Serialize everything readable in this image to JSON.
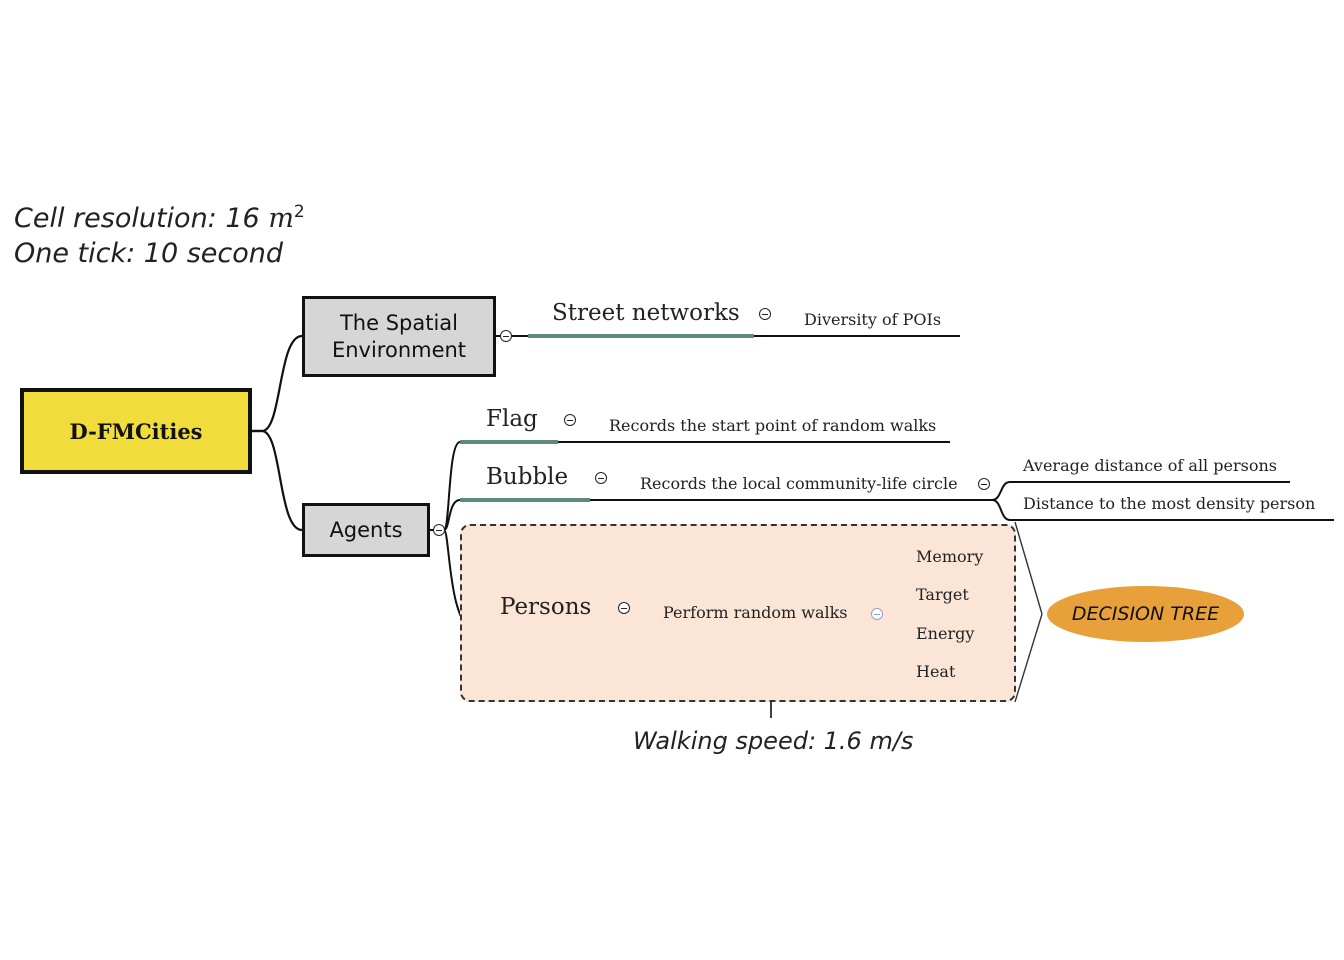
{
  "notes": {
    "cell_resolution": "Cell resolution: 16",
    "cell_unit": "m",
    "cell_exp": "2",
    "tick": "One tick: 10 second",
    "walking_speed": "Walking speed: 1.6 m/s"
  },
  "root": {
    "label": "D-FMCities"
  },
  "spatial": {
    "label_line1": "The Spatial",
    "label_line2": "Environment",
    "street": "Street networks",
    "street_leaf": "Diversity of POIs"
  },
  "agents": {
    "label": "Agents",
    "flag": "Flag",
    "flag_leaf": "Records the start point of random walks",
    "bubble": "Bubble",
    "bubble_leaf": "Records the local community-life circle",
    "bubble_sub": [
      "Average distance of all persons",
      "Distance to the most density person"
    ],
    "persons": "Persons",
    "persons_leaf": "Perform random walks",
    "persons_sub": [
      "Memory",
      "Target",
      "Energy",
      "Heat"
    ]
  },
  "decision": "DECISION TREE",
  "colors": {
    "root_fill": "#f0dc3a",
    "box_fill": "#d6d6d6",
    "panel_fill": "#fbe5d6",
    "teal": "#5f8a80",
    "decision_fill": "#e8a03a"
  }
}
